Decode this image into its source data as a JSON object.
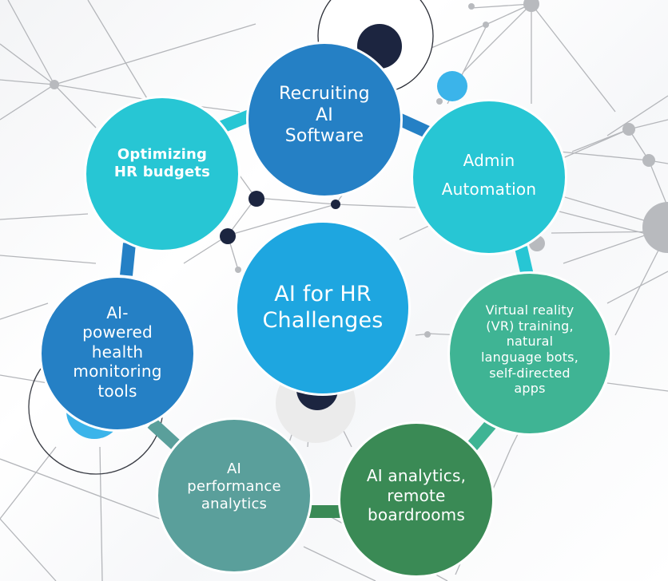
{
  "diagram": {
    "center": {
      "label": "AI for HR Challenges",
      "line1": "AI for HR",
      "line2": "Challenges",
      "color": "#1ea6e0"
    },
    "nodes": [
      {
        "id": "recruiting",
        "lines": [
          "Recruiting",
          "AI",
          "Software"
        ],
        "color": "#2580c5"
      },
      {
        "id": "admin",
        "lines": [
          "Admin",
          "Automation"
        ],
        "color": "#27c6d4"
      },
      {
        "id": "vr",
        "lines": [
          "Virtual reality",
          "(VR) training,",
          "natural",
          "language bots,",
          "self-directed",
          "apps"
        ],
        "color": "#3fb494"
      },
      {
        "id": "analytics-boardrooms",
        "lines": [
          "AI analytics,",
          "remote",
          "boardrooms"
        ],
        "color": "#3a8a55"
      },
      {
        "id": "performance",
        "lines": [
          "AI",
          "performance",
          "analytics"
        ],
        "color": "#5a9f9b"
      },
      {
        "id": "health",
        "lines": [
          "AI-",
          "powered",
          "health",
          "monitoring",
          "tools"
        ],
        "color": "#2580c5"
      },
      {
        "id": "budgets",
        "lines": [
          "Optimizing",
          "HR budgets"
        ],
        "color": "#27c6d4"
      }
    ],
    "connector_colors": [
      "#2580c5",
      "#27c6d4",
      "#3fb494",
      "#3a8a55",
      "#5a9f9b",
      "#2580c5"
    ],
    "background": {
      "network_line": "#b4b6ba",
      "network_node": "#b8babe",
      "dark_node": "#1c2540",
      "accent_node": "#3bb4ea"
    }
  }
}
